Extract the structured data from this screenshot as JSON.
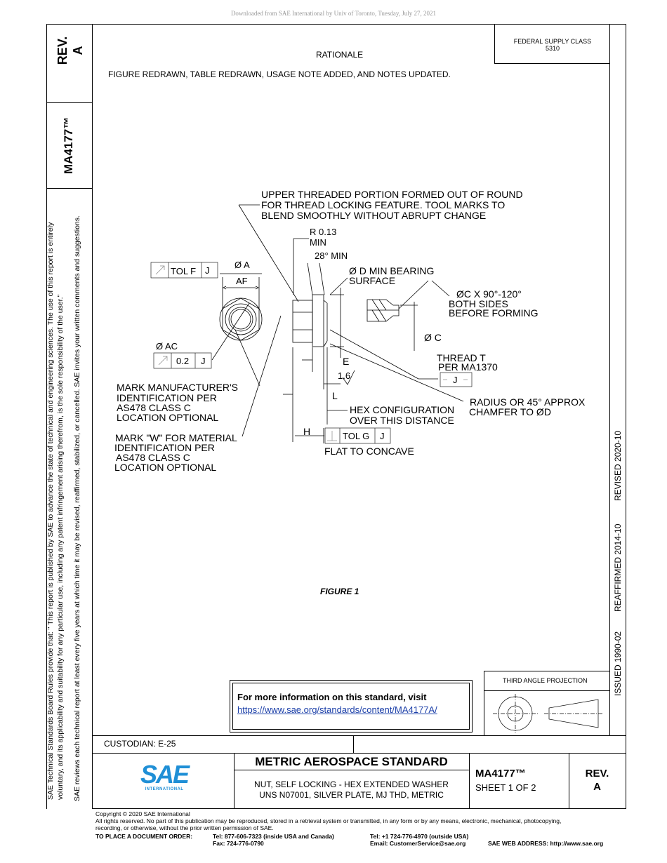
{
  "download_note": "Downloaded from SAE International by Univ of Toronto, Tuesday, July 27, 2021",
  "rev_box": {
    "label": "REV.",
    "value": "A"
  },
  "side_doc_id": "MA4177™",
  "federal_supply": {
    "label": "FEDERAL SUPPLY CLASS",
    "value": "5310"
  },
  "rationale": {
    "heading": "RATIONALE",
    "text": "FIGURE REDRAWN, TABLE REDRAWN, USAGE NOTE ADDED, AND NOTES UPDATED."
  },
  "left_margin": {
    "line1": "SAE Technical Standards Board Rules provide that: \"  This report is published by SAE to advance the state of technical and engineering sciences. The use of this report is entirely",
    "line2": "voluntary, and its applicability and suitability for any particular use, including any patent infringement arising therefrom, is the sole responsibility of the user.\"",
    "line3": "SAE reviews each technical report at least every five years at which time it may be revised, reaffirmed, stabilized, or cancelled. SAE invites your written comments and suggestions."
  },
  "right_margin": {
    "issued": "ISSUED 1990-02",
    "reaffirmed": "REAFFIRMED 2014-10",
    "revised": "REVISED 2020-10"
  },
  "drawing": {
    "upper_note": [
      "UPPER THREADED PORTION FORMED OUT OF ROUND",
      "FOR THREAD LOCKING FEATURE. TOOL MARKS TO",
      "BLEND SMOOTHLY WITHOUT ABRUPT CHANGE"
    ],
    "r_min": [
      "R 0.13",
      "MIN"
    ],
    "angle_min": "28° MIN",
    "dia_a": "Ø A",
    "af": "AF",
    "tol_f": "TOL F",
    "j": "J",
    "dia_d": [
      "Ø D MIN BEARING",
      "SURFACE"
    ],
    "dia_c_x": [
      "ØC X 90°-120°",
      "BOTH SIDES",
      "BEFORE FORMING"
    ],
    "dia_c": "Ø C",
    "dia_ac": "Ø AC",
    "runout_val": "0.2",
    "thread": [
      "THREAD T",
      "PER MA1370"
    ],
    "e": "E",
    "roughness": "1.6",
    "l": "L",
    "mark_mfr": [
      "MARK MANUFACTURER'S",
      "IDENTIFICATION PER",
      "AS478 CLASS C",
      "LOCATION OPTIONAL"
    ],
    "hex_config": [
      "HEX CONFIGURATION",
      "OVER THIS DISTANCE"
    ],
    "radius_note": [
      "RADIUS OR 45° APPROX",
      "CHAMFER TO ØD"
    ],
    "mark_w": [
      "MARK \"W\" FOR MATERIAL",
      "IDENTIFICATION PER",
      "AS478 CLASS C",
      "LOCATION OPTIONAL"
    ],
    "h": "H",
    "tol_g": "TOL G",
    "flat_concave": "FLAT TO CONCAVE"
  },
  "figure_caption": "FIGURE 1",
  "info_box": {
    "text": "For more information on this standard, visit",
    "link": "https://www.sae.org/standards/content/MA4177A/"
  },
  "projection_label": "THIRD ANGLE PROJECTION",
  "custodian": "CUSTODIAN: E-25",
  "title_block": {
    "title": "METRIC AEROSPACE STANDARD",
    "subtitle1": "NUT, SELF LOCKING - HEX EXTENDED WASHER",
    "subtitle2": "UNS N07001, SILVER PLATE, MJ THD, METRIC",
    "doc_id": "MA4177™",
    "sheet": "SHEET 1 OF 2",
    "rev_label": "REV.",
    "rev_value": "A",
    "logo_text": "SAE",
    "logo_sub": "INTERNATIONAL"
  },
  "footer": {
    "copyright": "Copyright © 2020 SAE International",
    "rights1": "All rights reserved. No part of this publication may be reproduced, stored in a retrieval system or transmitted, in any form or by any means, electronic, mechanical, photocopying,",
    "rights2": "recording, or otherwise, without the prior written permission of SAE.",
    "order_label": "TO PLACE A DOCUMENT ORDER:",
    "tel_usa": "Tel: 877-606-7323 (inside USA and Canada)",
    "fax": "Fax: 724-776-0790",
    "tel_outside": "Tel: +1 724-776-4970 (outside USA)",
    "email": "Email: CustomerService@sae.org",
    "web": "SAE WEB ADDRESS: http://www.sae.org"
  }
}
